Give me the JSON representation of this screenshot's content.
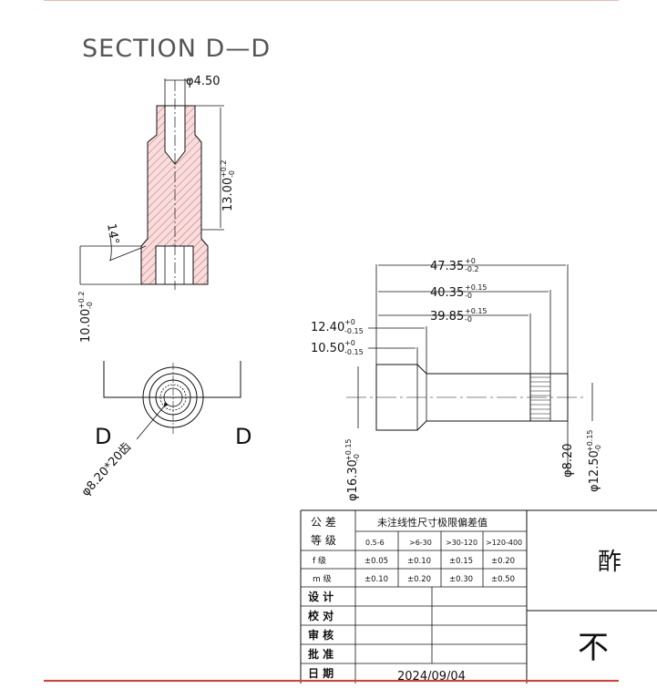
{
  "section_view": {
    "title": "SECTION D—D",
    "dim_bore_dia": "φ4.50",
    "dim_length_main": "13.00",
    "dim_length_main_tol_upper": "+0.2",
    "dim_length_main_tol_lower": "-0",
    "dim_angle": "14°",
    "dim_length_bottom": "10.00",
    "dim_length_bottom_tol_upper": "+0.2",
    "dim_length_bottom_tol_lower": "-0"
  },
  "end_view": {
    "label_left": "D",
    "label_right": "D",
    "spline_callout": "φ8.20*20齿"
  },
  "side_view": {
    "dim_overall": "47.35",
    "dim_overall_tol_upper": "+0",
    "dim_overall_tol_lower": "-0.2",
    "dim_2": "40.35",
    "dim_2_tol_upper": "+0.15",
    "dim_2_tol_lower": "-0",
    "dim_3": "39.85",
    "dim_3_tol_upper": "+0.15",
    "dim_3_tol_lower": "-0",
    "dim_4": "12.40",
    "dim_4_tol_upper": "+0",
    "dim_4_tol_lower": "-0.15",
    "dim_5": "10.50",
    "dim_5_tol_upper": "+0",
    "dim_5_tol_lower": "-0.15",
    "dia_left": "φ16.30",
    "dia_left_tol_upper": "+0.15",
    "dia_left_tol_lower": "-0",
    "dia_spline": "φ8.20",
    "dia_right": "φ12.50",
    "dia_right_tol_upper": "+0.15",
    "dia_right_tol_lower": "-0"
  },
  "title_block": {
    "tol_grade_label_1": "公 差",
    "tol_grade_label_2": "等 级",
    "tol_table_header": "未注线性尺寸极限偏差值",
    "ranges": [
      "0.5-6",
      ">6-30",
      ">30-120",
      ">120-400"
    ],
    "rows": [
      {
        "grade": "f  级",
        "values": [
          "±0.05",
          "±0.10",
          "±0.15",
          "±0.20"
        ]
      },
      {
        "grade": "m  级",
        "values": [
          "±0.10",
          "±0.20",
          "±0.30",
          "±0.50"
        ]
      }
    ],
    "design": "设  计",
    "check": "校  对",
    "review": "审  核",
    "approve": "批  准",
    "date_label": "日  期",
    "date_value": "2024/09/04",
    "right_text_1": "酢",
    "right_text_2": "不"
  },
  "colors": {
    "accent_red": "#e23a2a",
    "section_fill": "#f7dede",
    "hatch": "#d9595e",
    "line": "#111111"
  }
}
